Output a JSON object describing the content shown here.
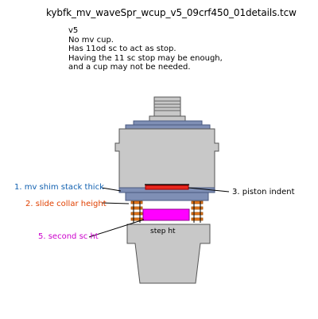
{
  "title": "kybfk_mv_waveSpr_wcup_v5_09crf450_01details.tcw",
  "notes": [
    "v5",
    "No mv cup.",
    "Has 11od sc to act as stop.",
    "Having the 11 sc stop may be enough, and a cup may not be needed."
  ],
  "labels": {
    "mv_shim_stack": "1. mv shim stack thick",
    "slide_collar": "2. slide collar height",
    "piston_indent": "3. piston indent",
    "second_sc": "5. second sc ht",
    "step": "step ht"
  },
  "colors": {
    "label_1": "#1060b0",
    "label_2": "#e04000",
    "label_3": "#000000",
    "label_5": "#cc00cc",
    "body_gray": "#c8c8c8",
    "shim_blue": "#7f8fb5",
    "piston_red": "#e8281e",
    "spacer_magenta": "#ff00ff",
    "spring_orange": "#e8781e"
  }
}
